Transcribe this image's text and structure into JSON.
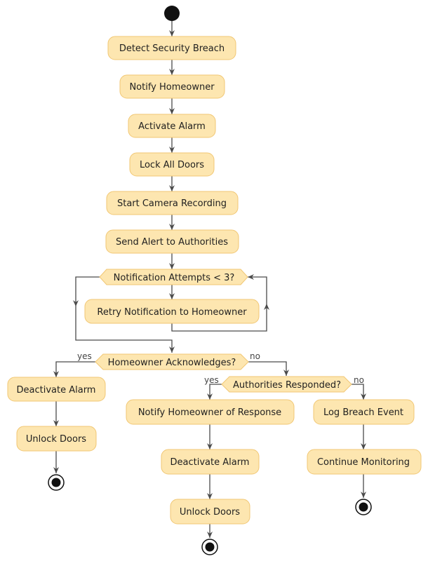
{
  "diagram": {
    "type": "activity",
    "actions": {
      "detect": "Detect Security Breach",
      "notify": "Notify Homeowner",
      "activate": "Activate Alarm",
      "lock": "Lock All Doors",
      "camera": "Start Camera Recording",
      "authorities": "Send Alert to Authorities",
      "retry": "Retry Notification to Homeowner",
      "deactivate_left": "Deactivate Alarm",
      "unlock_left": "Unlock Doors",
      "notify_response": "Notify Homeowner of Response",
      "deactivate_mid": "Deactivate Alarm",
      "unlock_mid": "Unlock Doors",
      "log_breach": "Log Breach Event",
      "continue_monitoring": "Continue Monitoring"
    },
    "decisions": {
      "attempts": "Notification Attempts < 3?",
      "acknowledges": "Homeowner Acknowledges?",
      "responded": "Authorities Responded?"
    },
    "branches": {
      "ack_yes": "yes",
      "ack_no": "no",
      "resp_yes": "yes",
      "resp_no": "no"
    },
    "colors": {
      "node_fill": "#fde6b0",
      "node_border": "#f1c774",
      "edge": "#4a4a4a",
      "terminal": "#111111"
    }
  }
}
